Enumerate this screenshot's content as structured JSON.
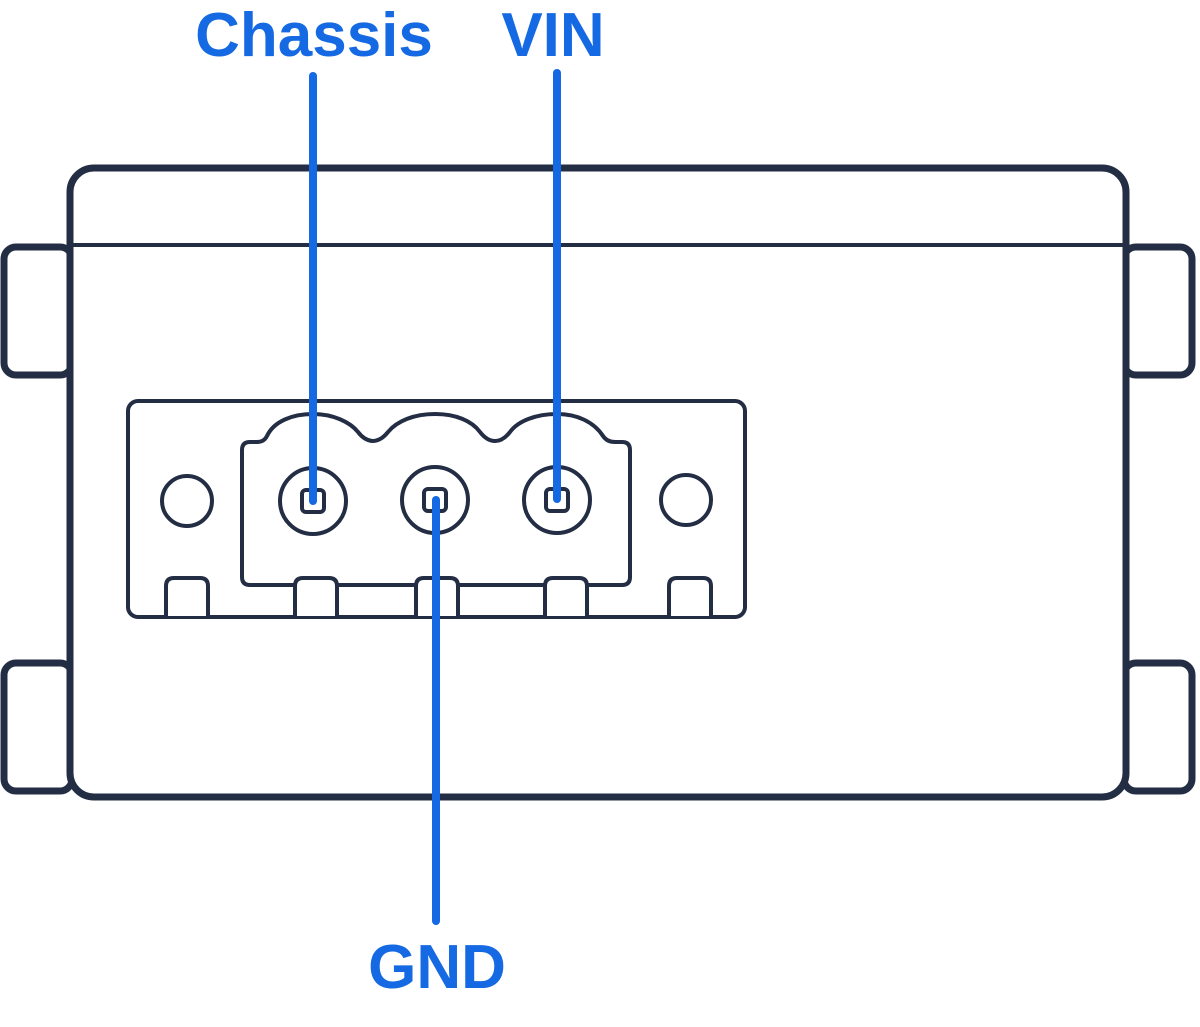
{
  "diagram": {
    "type": "device-power-pinout",
    "labels": {
      "chassis": "Chassis",
      "vin": "VIN",
      "gnd": "GND"
    },
    "pins": [
      {
        "label": "Chassis",
        "position": "left"
      },
      {
        "label": "GND",
        "position": "middle"
      },
      {
        "label": "VIN",
        "position": "right"
      }
    ],
    "colors": {
      "accent": "#1569e2",
      "outline": "#232d43",
      "background": "#ffffff"
    }
  }
}
